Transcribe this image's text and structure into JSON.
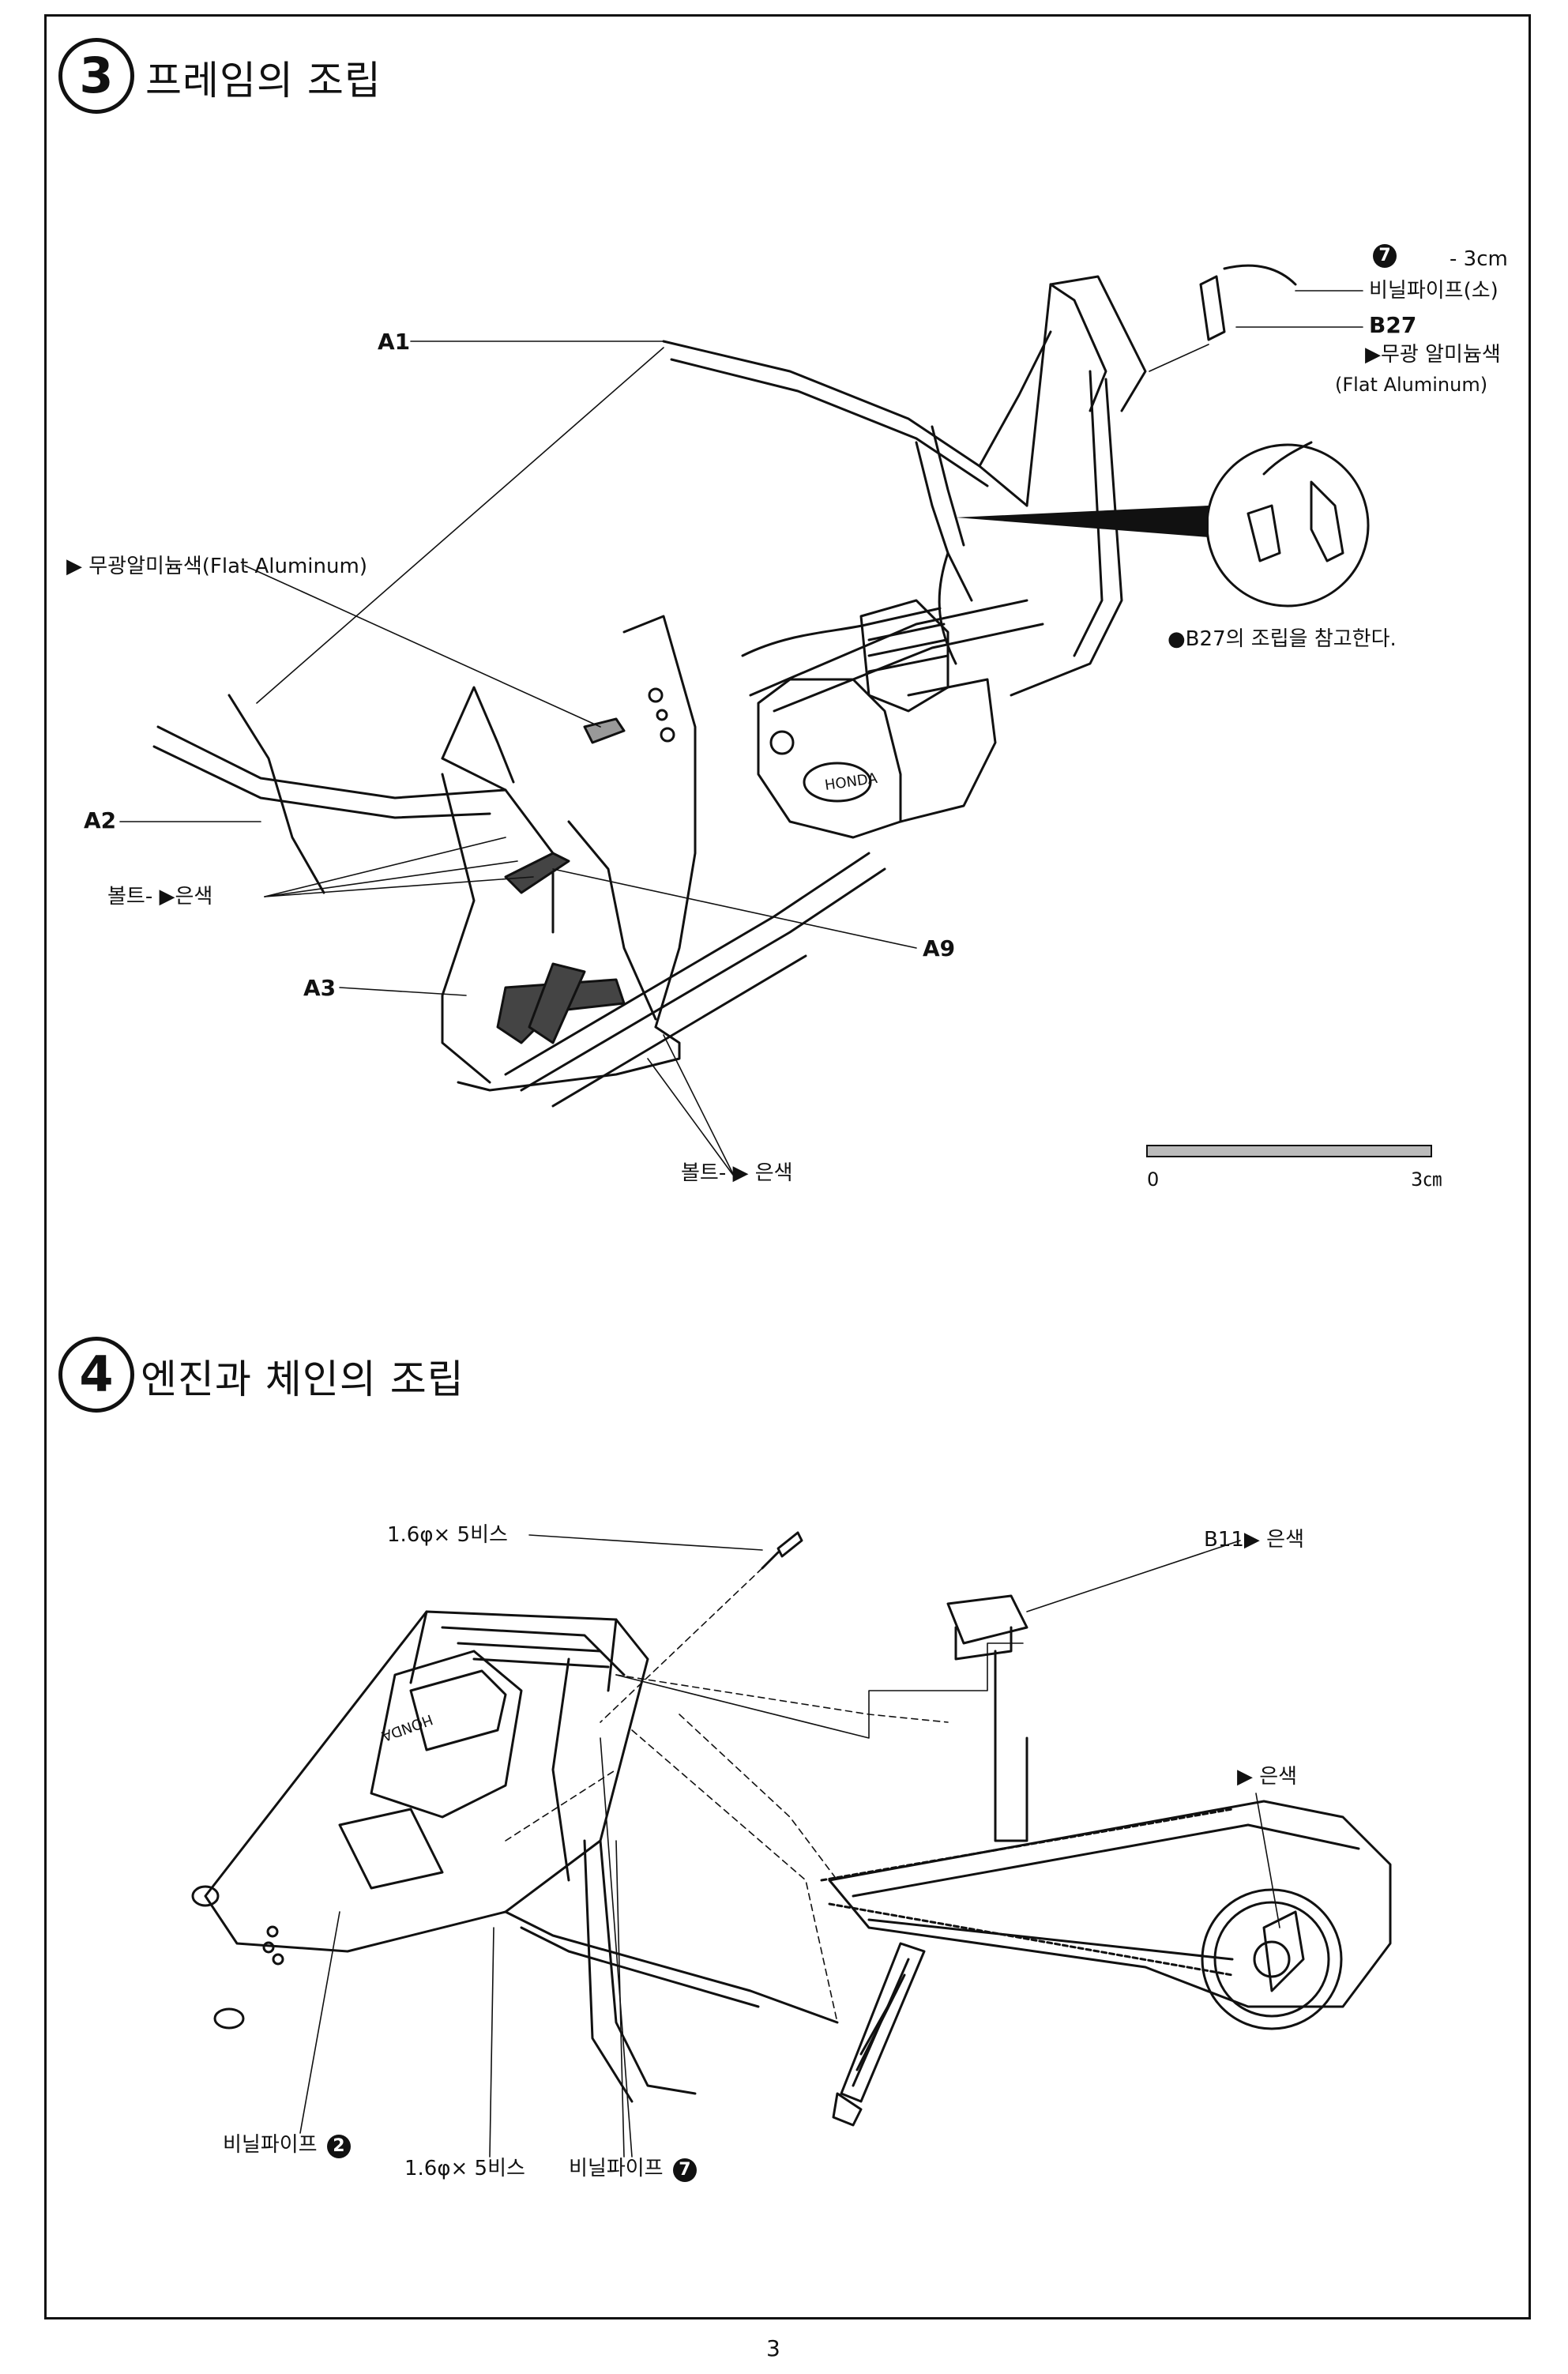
{
  "step3": {
    "number": "3",
    "title": "프레임의 조립",
    "labels": {
      "pipe_number": "7",
      "pipe_length": "- 3cm",
      "vinyl_pipe_small": "비닐파이프(소)",
      "b27": "B27",
      "b27_paint": "▶무광 알미늄색",
      "b27_paint_en": "(Flat Aluminum)",
      "a1": "A1",
      "frame_paint": "▶ 무광알미늄색(Flat Aluminum)",
      "b27_note": "●B27의 조립을 참고한다.",
      "a2": "A2",
      "bolt_silver_1": "볼트- ▶은색",
      "a9": "A9",
      "a3": "A3",
      "bolt_silver_2": "볼트- ▶ 은색"
    },
    "scale": {
      "start": "0",
      "end": "3㎝"
    }
  },
  "step4": {
    "number": "4",
    "title": "엔진과 체인의 조립",
    "labels": {
      "screw_top": "1.6φ× 5비스",
      "b11": "B11▶ 은색",
      "silver": "▶ 은색",
      "vinyl_pipe_2": "비닐파이프",
      "pipe_2_num": "2",
      "screw_bottom": "1.6φ× 5비스",
      "vinyl_pipe_7": "비닐파이프",
      "pipe_7_num": "7"
    },
    "engine_brand": "HONDA"
  },
  "page_number": "3"
}
